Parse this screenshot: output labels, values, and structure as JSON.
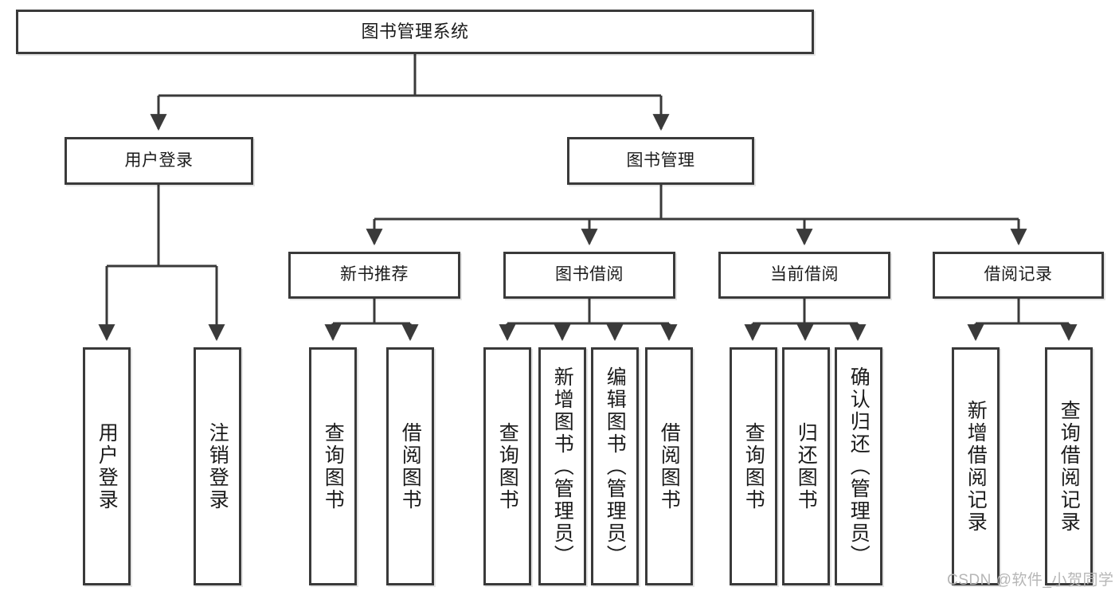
{
  "diagram": {
    "type": "tree",
    "title": "图书管理系统",
    "watermark": "CSDN @软件_小贺同学",
    "colors": {
      "background": "#ffffff",
      "border": "#3a3a3a",
      "text": "#1b1b1b",
      "connector": "#3a3a3a",
      "watermark": "#b6b6b6"
    },
    "root": {
      "label": "图书管理系统"
    },
    "level2": [
      {
        "label": "用户登录"
      },
      {
        "label": "图书管理"
      }
    ],
    "level3": [
      {
        "label": "新书推荐"
      },
      {
        "label": "图书借阅"
      },
      {
        "label": "当前借阅"
      },
      {
        "label": "借阅记录"
      }
    ],
    "leaves": {
      "user_login": [
        {
          "label": "用户登录"
        },
        {
          "label": "注销登录"
        }
      ],
      "new_book": [
        {
          "label": "查询图书"
        },
        {
          "label": "借阅图书"
        }
      ],
      "borrow": [
        {
          "label": "查询图书"
        },
        {
          "label": "新增图书（管理员）"
        },
        {
          "label": "编辑图书（管理员）"
        },
        {
          "label": "借阅图书"
        }
      ],
      "current": [
        {
          "label": "查询图书"
        },
        {
          "label": "归还图书"
        },
        {
          "label": "确认归还（管理员）"
        }
      ],
      "records": [
        {
          "label": "新增借阅记录"
        },
        {
          "label": "查询借阅记录"
        }
      ]
    }
  }
}
